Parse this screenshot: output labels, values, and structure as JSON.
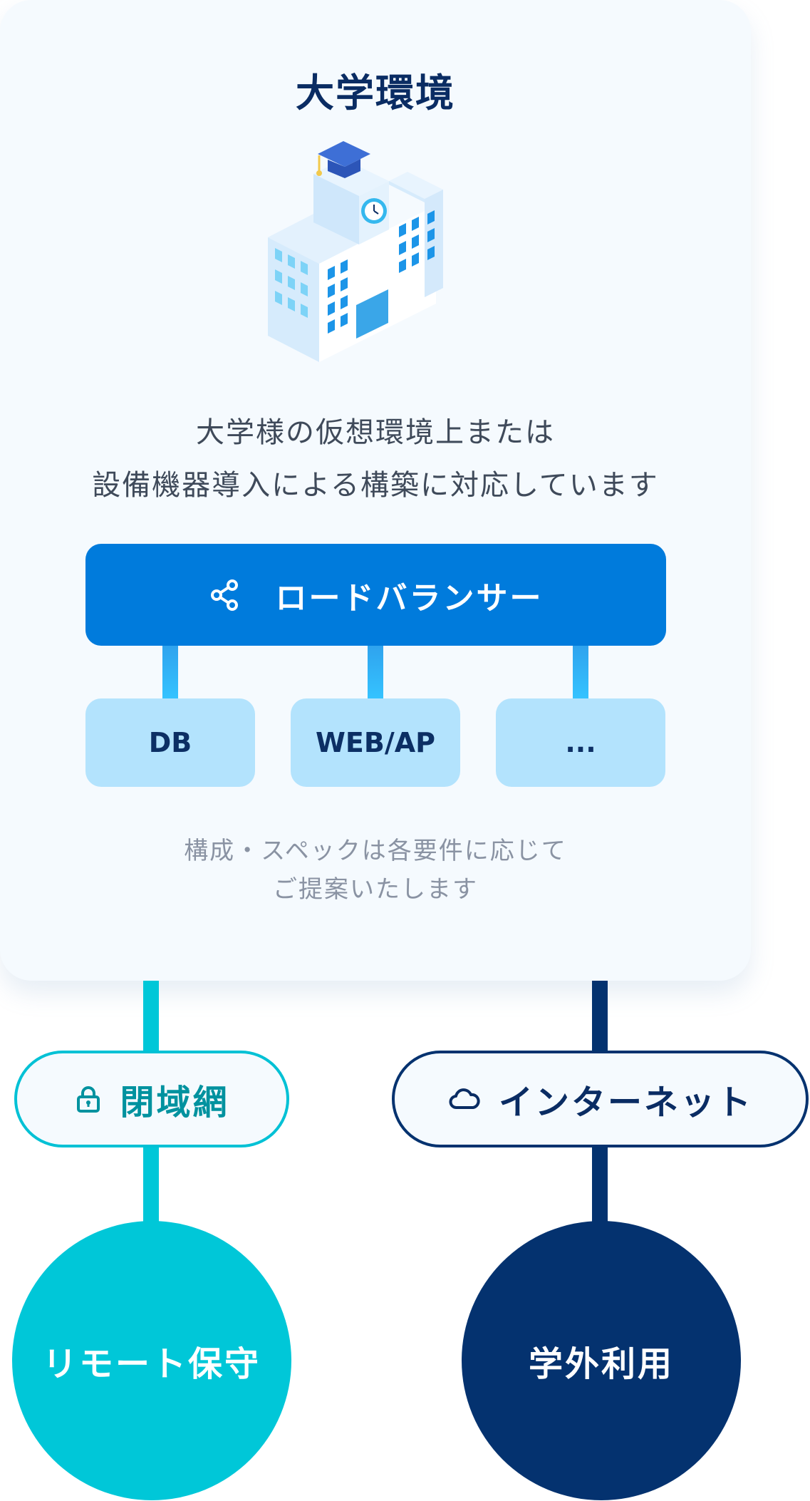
{
  "card": {
    "title": "大学環境",
    "description_line1": "大学様の仮想環境上または",
    "description_line2": "設備機器導入による構築に対応しています",
    "load_balancer": {
      "label": "ロードバランサー",
      "icon": "share-icon"
    },
    "servers": [
      "DB",
      "WEB/AP",
      "..."
    ],
    "note_line1": "構成・スペックは各要件に応じて",
    "note_line2": "ご提案いたします"
  },
  "networks": {
    "closed": {
      "label": "閉域網",
      "icon": "lock-icon",
      "target": "リモート保守"
    },
    "internet": {
      "label": "インターネット",
      "icon": "cloud-icon",
      "target": "学外利用"
    }
  },
  "colors": {
    "primary_blue": "#007bdc",
    "server_bg": "#b3e3fd",
    "teal": "#00c7d8",
    "navy": "#04326f",
    "title": "#0a2c63"
  }
}
